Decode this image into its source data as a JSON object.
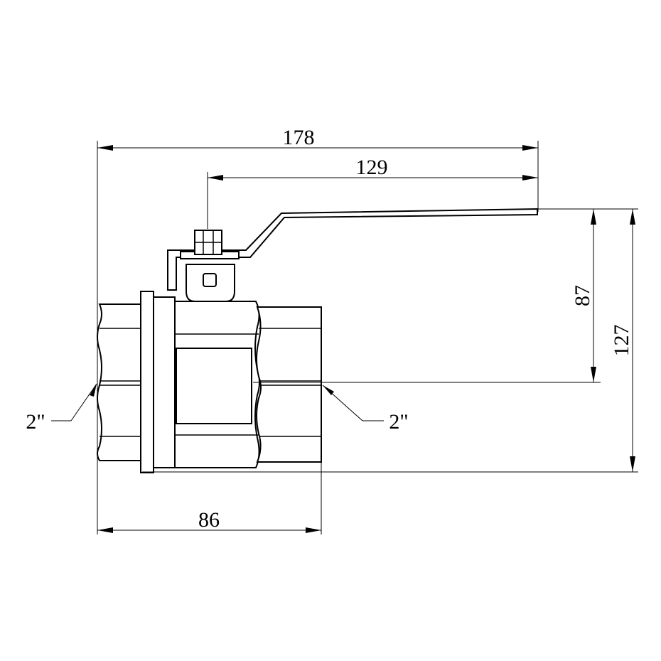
{
  "dimensions": {
    "overall_length": "178",
    "handle_length": "129",
    "axis_to_handle_height": "87",
    "overall_height": "127",
    "body_length": "86"
  },
  "threads": {
    "left": "2\"",
    "right": "2\""
  }
}
